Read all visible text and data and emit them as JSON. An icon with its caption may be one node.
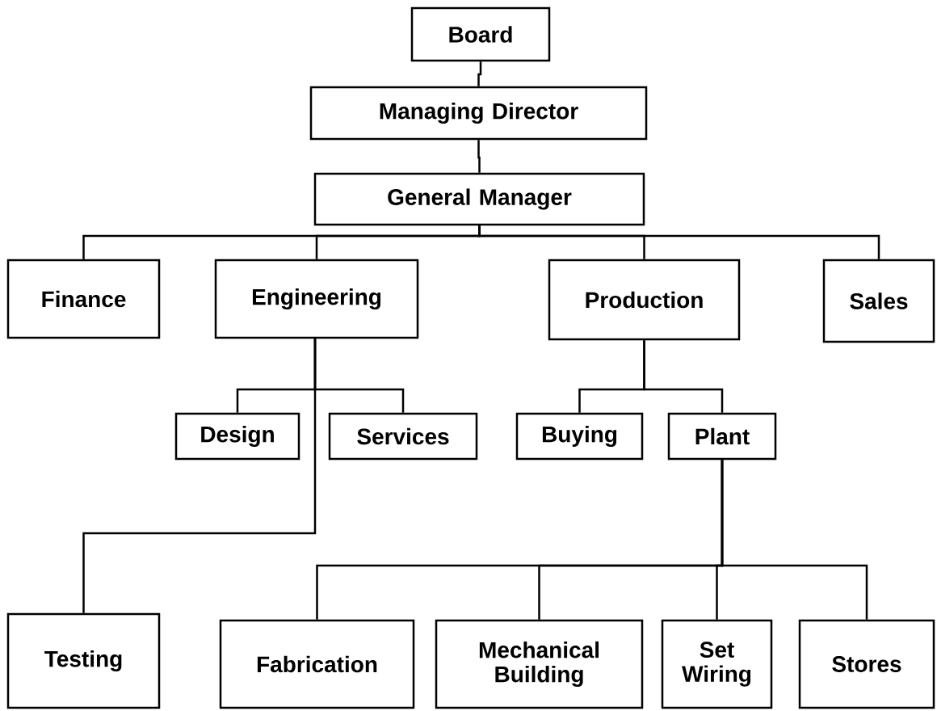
{
  "diagram": {
    "nodes": [
      {
        "text": [
          "Board"
        ]
      },
      {
        "text": [
          "Managing Director"
        ]
      },
      {
        "text": [
          "General Manager"
        ]
      },
      {
        "text": [
          "Finance"
        ]
      },
      {
        "text": [
          "Engineering"
        ]
      },
      {
        "text": [
          "Production"
        ]
      },
      {
        "text": [
          "Sales"
        ]
      },
      {
        "text": [
          "Design"
        ]
      },
      {
        "text": [
          "Services"
        ]
      },
      {
        "text": [
          "Buying"
        ]
      },
      {
        "text": [
          "Plant"
        ]
      },
      {
        "text": [
          "Testing"
        ]
      },
      {
        "text": [
          "Fabrication"
        ]
      },
      {
        "text": [
          "Mechanical Building"
        ]
      },
      {
        "text": [
          "Set Wiring"
        ]
      },
      {
        "text": [
          "Stores"
        ]
      }
    ],
    "edges": [
      {
        "from": 0,
        "to": 1,
        "arrow": "none"
      },
      {
        "from": 1,
        "to": 2,
        "arrow": "none"
      },
      {
        "from": 2,
        "to": 3,
        "arrow": "none"
      },
      {
        "from": 2,
        "to": 4,
        "arrow": "none"
      },
      {
        "from": 2,
        "to": 5,
        "arrow": "none"
      },
      {
        "from": 2,
        "to": 6,
        "arrow": "none"
      },
      {
        "from": 4,
        "to": 7,
        "arrow": "none"
      },
      {
        "from": 4,
        "to": 8,
        "arrow": "none"
      },
      {
        "from": 4,
        "to": 11,
        "arrow": "none"
      },
      {
        "from": 5,
        "to": 9,
        "arrow": "none"
      },
      {
        "from": 5,
        "to": 10,
        "arrow": "none"
      },
      {
        "from": 10,
        "to": 12,
        "arrow": "none"
      },
      {
        "from": 10,
        "to": 13,
        "arrow": "none"
      },
      {
        "from": 10,
        "to": 14,
        "arrow": "none"
      },
      {
        "from": 10,
        "to": 15,
        "arrow": "none"
      }
    ]
  }
}
